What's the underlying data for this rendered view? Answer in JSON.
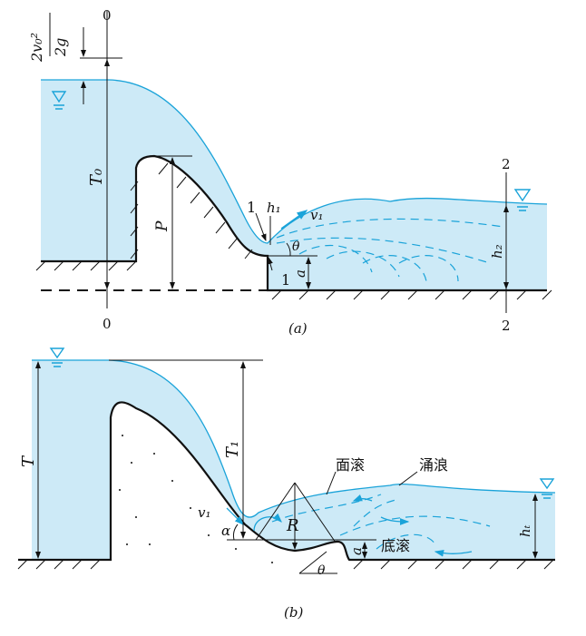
{
  "panel_a": {
    "caption": "(a)",
    "velocity_head_num": "2v₀²",
    "velocity_head_den": "2g",
    "section0_top": "0",
    "section0_bottom": "0",
    "total_head": "T₀",
    "weir_height": "P",
    "section1_top": "1",
    "section1_bottom": "1",
    "contracted_depth": "h₁",
    "velocity": "v₁",
    "angle": "θ",
    "lip_height": "a",
    "section2_top": "2",
    "section2_bottom": "2",
    "tail_depth": "h₂"
  },
  "panel_b": {
    "caption": "(b)",
    "upstream_head": "T",
    "head_above_bucket": "T₁",
    "velocity": "v₁",
    "entry_angle": "α",
    "bucket_radius": "R",
    "surface_roller": "面滚",
    "surge": "涌浪",
    "bottom_roller": "底滚",
    "lip_height": "a",
    "lip_angle": "θ",
    "tail_depth": "hₜ"
  },
  "colors": {
    "water": "#cdeaf7",
    "surface": "#1aa3d9",
    "line": "#111111"
  }
}
